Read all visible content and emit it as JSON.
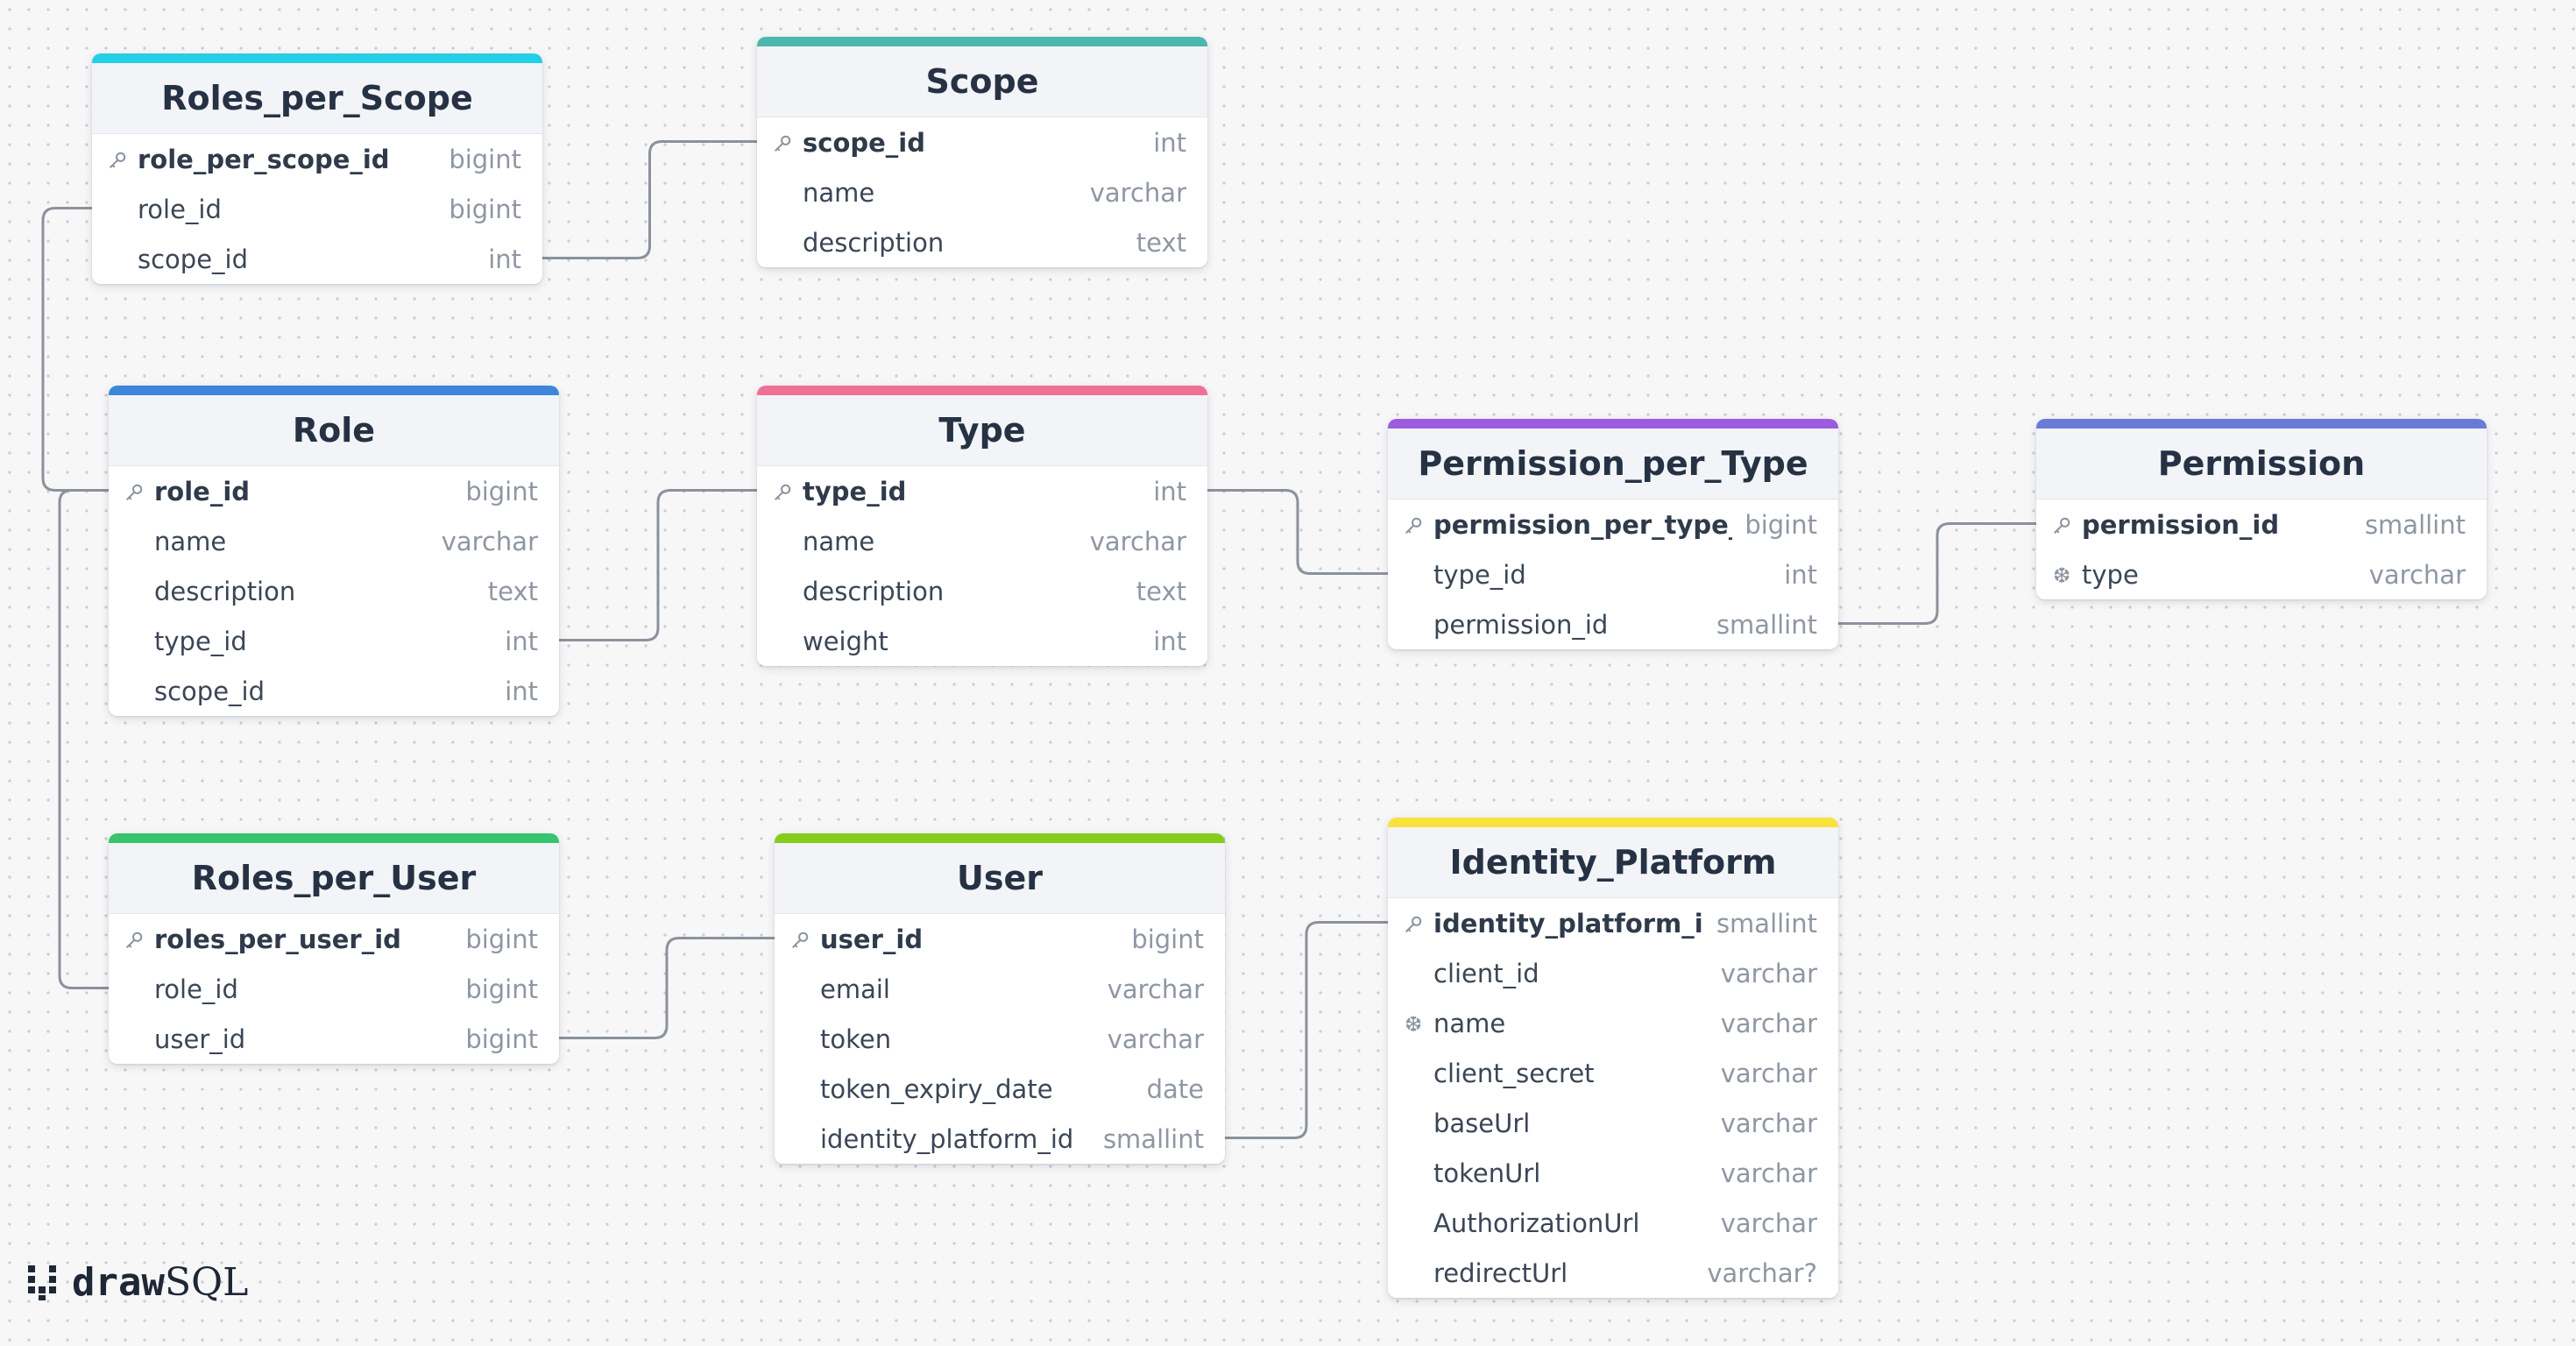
{
  "brand": {
    "logo_name": "drawsql-logo-icon",
    "text_bold": "draw",
    "text_light": "SQL"
  },
  "colors": {
    "Roles_per_Scope": "#25cfe6",
    "Scope": "#4ab8ad",
    "Role": "#3d86dc",
    "Type": "#f07095",
    "Permission_per_Type": "#9c5ce0",
    "Permission": "#6a7bd5",
    "Roles_per_User": "#36c46e",
    "User": "#84cc1e",
    "Identity_Platform": "#f8e23c",
    "connector": "#8b929c"
  },
  "tables": [
    {
      "id": "Roles_per_Scope",
      "title": "Roles_per_Scope",
      "fields": [
        {
          "name": "role_per_scope_id",
          "type": "bigint",
          "icon": "key-icon"
        },
        {
          "name": "role_id",
          "type": "bigint",
          "icon": ""
        },
        {
          "name": "scope_id",
          "type": "int",
          "icon": ""
        }
      ]
    },
    {
      "id": "Scope",
      "title": "Scope",
      "fields": [
        {
          "name": "scope_id",
          "type": "int",
          "icon": "key-icon"
        },
        {
          "name": "name",
          "type": "varchar",
          "icon": ""
        },
        {
          "name": "description",
          "type": "text",
          "icon": ""
        }
      ]
    },
    {
      "id": "Role",
      "title": "Role",
      "fields": [
        {
          "name": "role_id",
          "type": "bigint",
          "icon": "key-icon"
        },
        {
          "name": "name",
          "type": "varchar",
          "icon": ""
        },
        {
          "name": "description",
          "type": "text",
          "icon": ""
        },
        {
          "name": "type_id",
          "type": "int",
          "icon": ""
        },
        {
          "name": "scope_id",
          "type": "int",
          "icon": ""
        }
      ]
    },
    {
      "id": "Type",
      "title": "Type",
      "fields": [
        {
          "name": "type_id",
          "type": "int",
          "icon": "key-icon"
        },
        {
          "name": "name",
          "type": "varchar",
          "icon": ""
        },
        {
          "name": "description",
          "type": "text",
          "icon": ""
        },
        {
          "name": "weight",
          "type": "int",
          "icon": ""
        }
      ]
    },
    {
      "id": "Permission_per_Type",
      "title": "Permission_per_Type",
      "fields": [
        {
          "name": "permission_per_type_id",
          "type": "bigint",
          "icon": "key-icon"
        },
        {
          "name": "type_id",
          "type": "int",
          "icon": ""
        },
        {
          "name": "permission_id",
          "type": "smallint",
          "icon": ""
        }
      ]
    },
    {
      "id": "Permission",
      "title": "Permission",
      "fields": [
        {
          "name": "permission_id",
          "type": "smallint",
          "icon": "key-icon"
        },
        {
          "name": "type",
          "type": "varchar",
          "icon": "snowflake-icon"
        }
      ]
    },
    {
      "id": "Roles_per_User",
      "title": "Roles_per_User",
      "fields": [
        {
          "name": "roles_per_user_id",
          "type": "bigint",
          "icon": "key-icon"
        },
        {
          "name": "role_id",
          "type": "bigint",
          "icon": ""
        },
        {
          "name": "user_id",
          "type": "bigint",
          "icon": ""
        }
      ]
    },
    {
      "id": "User",
      "title": "User",
      "fields": [
        {
          "name": "user_id",
          "type": "bigint",
          "icon": "key-icon"
        },
        {
          "name": "email",
          "type": "varchar",
          "icon": ""
        },
        {
          "name": "token",
          "type": "varchar",
          "icon": ""
        },
        {
          "name": "token_expiry_date",
          "type": "date",
          "icon": ""
        },
        {
          "name": "identity_platform_id",
          "type": "smallint",
          "icon": ""
        }
      ]
    },
    {
      "id": "Identity_Platform",
      "title": "Identity_Platform",
      "fields": [
        {
          "name": "identity_platform_id",
          "type": "smallint",
          "icon": "key-icon"
        },
        {
          "name": "client_id",
          "type": "varchar",
          "icon": ""
        },
        {
          "name": "name",
          "type": "varchar",
          "icon": "snowflake-icon"
        },
        {
          "name": "client_secret",
          "type": "varchar",
          "icon": ""
        },
        {
          "name": "baseUrl",
          "type": "varchar",
          "icon": ""
        },
        {
          "name": "tokenUrl",
          "type": "varchar",
          "icon": ""
        },
        {
          "name": "AuthorizationUrl",
          "type": "varchar",
          "icon": ""
        },
        {
          "name": "redirectUrl",
          "type": "varchar?",
          "icon": ""
        }
      ]
    }
  ],
  "relations": [
    {
      "from": "Roles_per_Scope.scope_id",
      "to": "Scope.scope_id"
    },
    {
      "from": "Roles_per_Scope.role_id",
      "to": "Role.role_id"
    },
    {
      "from": "Role.type_id",
      "to": "Type.type_id"
    },
    {
      "from": "Type.type_id",
      "to": "Permission_per_Type.type_id"
    },
    {
      "from": "Permission_per_Type.permission_id",
      "to": "Permission.permission_id"
    },
    {
      "from": "Role.role_id",
      "to": "Roles_per_User.role_id"
    },
    {
      "from": "Roles_per_User.user_id",
      "to": "User.user_id"
    },
    {
      "from": "User.identity_platform_id",
      "to": "Identity_Platform.identity_platform_id"
    }
  ]
}
